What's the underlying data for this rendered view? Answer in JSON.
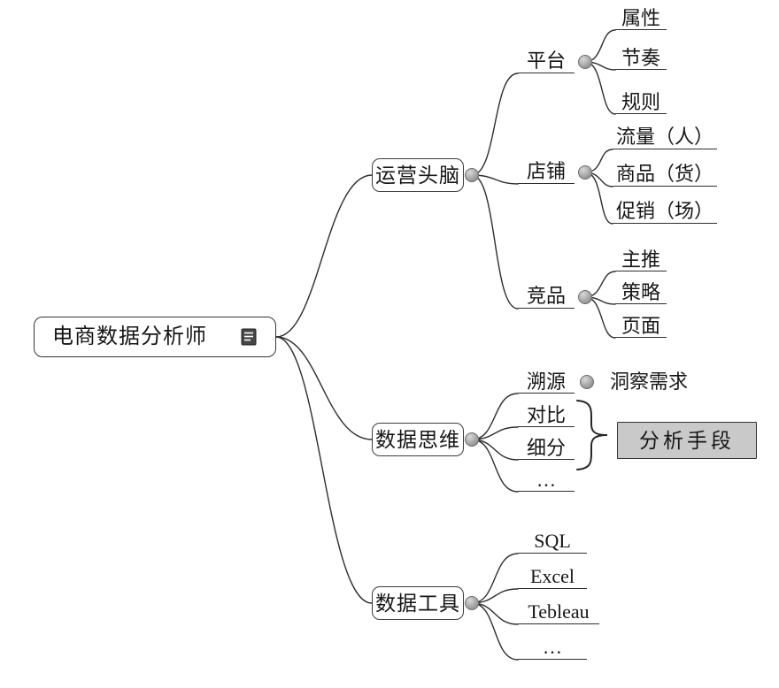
{
  "diagram_type": "mind-map",
  "root": {
    "label": "电商数据分析师",
    "icon": "notes-icon"
  },
  "nodes": {
    "ops": "运营头脑",
    "thinking": "数据思维",
    "tools": "数据工具",
    "platform": "平台",
    "shop": "店铺",
    "competitor": "竞品",
    "attr": "属性",
    "rhythm": "节奏",
    "rules": "规则",
    "traffic": "流量（人）",
    "goods": "商品（货）",
    "promo": "促销（场）",
    "main_push": "主推",
    "strategy": "策略",
    "page": "页面",
    "trace": "溯源",
    "insight": "洞察需求",
    "compare": "对比",
    "segment": "细分",
    "thinking_more": "…",
    "sql": "SQL",
    "excel": "Excel",
    "tableau": "Tebleau",
    "tools_more": "…",
    "analysis_methods": "分析手段"
  },
  "hierarchy": {
    "电商数据分析师": {
      "运营头脑": {
        "平台": [
          "属性",
          "节奏",
          "规则"
        ],
        "店铺": [
          "流量（人）",
          "商品（货）",
          "促销（场）"
        ],
        "竞品": [
          "主推",
          "策略",
          "页面"
        ]
      },
      "数据思维": {
        "溯源": [
          "洞察需求"
        ],
        "对比": [],
        "细分": [],
        "…": []
      },
      "数据工具": [
        "SQL",
        "Excel",
        "Tebleau",
        "…"
      ]
    }
  },
  "annotations": {
    "brace_group": {
      "label": "分析手段",
      "groups": [
        "对比",
        "细分"
      ],
      "style": "gray-filled-box"
    }
  },
  "colors": {
    "line": "#2e2e2e",
    "node_border": "#3c3c3c",
    "connector_dot": "#9a9a9a",
    "highlight_bg": "#c9c9c9",
    "background": "#ffffff",
    "text": "#161616"
  }
}
